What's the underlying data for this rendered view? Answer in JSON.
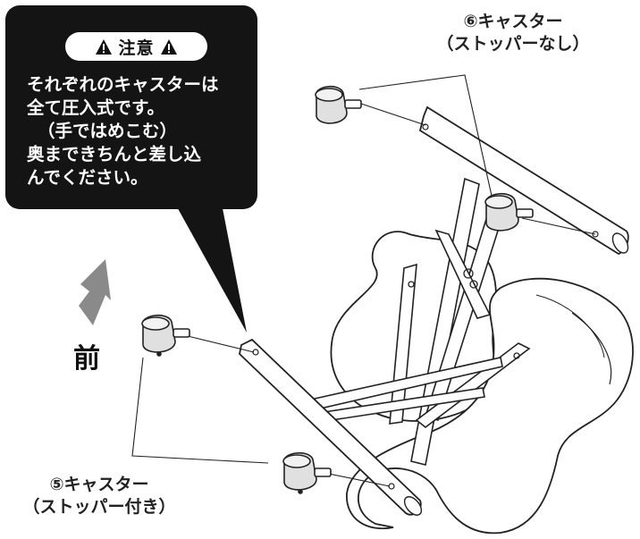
{
  "caution": {
    "title": "注意",
    "lines": [
      "それぞれのキャスターは",
      "全て圧入式です。",
      "（手ではめこむ）",
      "奥まできちんと差し込",
      "んでください。"
    ]
  },
  "caster6": {
    "line1": "⑥キャスター",
    "line2": "（ストッパーなし）"
  },
  "caster5": {
    "line1": "⑤キャスター",
    "line2": "（ストッパー付き）"
  },
  "front": "前",
  "colors": {
    "callout_bg": "#141414",
    "arrow_gray": "#8a8a8a",
    "line": "#222222",
    "caster_fill": "#d9d9d9"
  }
}
